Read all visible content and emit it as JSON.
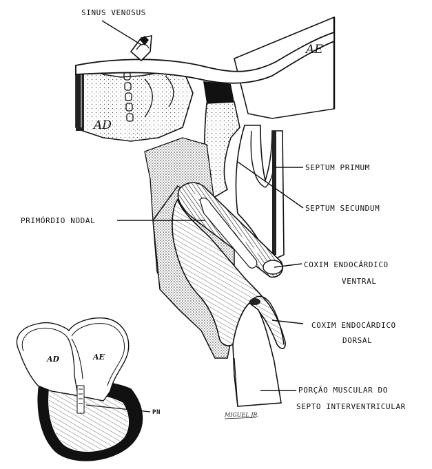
{
  "labels": {
    "sinus_venosus": "SINUS VENOSUS",
    "ae": "AE",
    "ad": "AD",
    "septum_primum": "SEPTUM PRIMUM",
    "septum_secundum": "SEPTUM SECUNDUM",
    "primordio_nodal": "PRIMÓRDIO NODAL",
    "coxim_ventral_line1": "COXIM ENDOCÁRDICO",
    "coxim_ventral_line2": "VENTRAL",
    "coxim_dorsal_line1": "COXIM ENDOCÁRDICO",
    "coxim_dorsal_line2": "DORSAL",
    "porcao_line1": "PORÇÃO MUSCULAR DO",
    "porcao_line2": "SEPTO INTERVENTRICULAR"
  },
  "inset": {
    "ad": "AD",
    "ae": "AE",
    "pn": "PN"
  },
  "signature": "MIGUEL JR.",
  "colors": {
    "ink": "#111111",
    "paper": "#ffffff",
    "shade": "#3a3a3a"
  }
}
